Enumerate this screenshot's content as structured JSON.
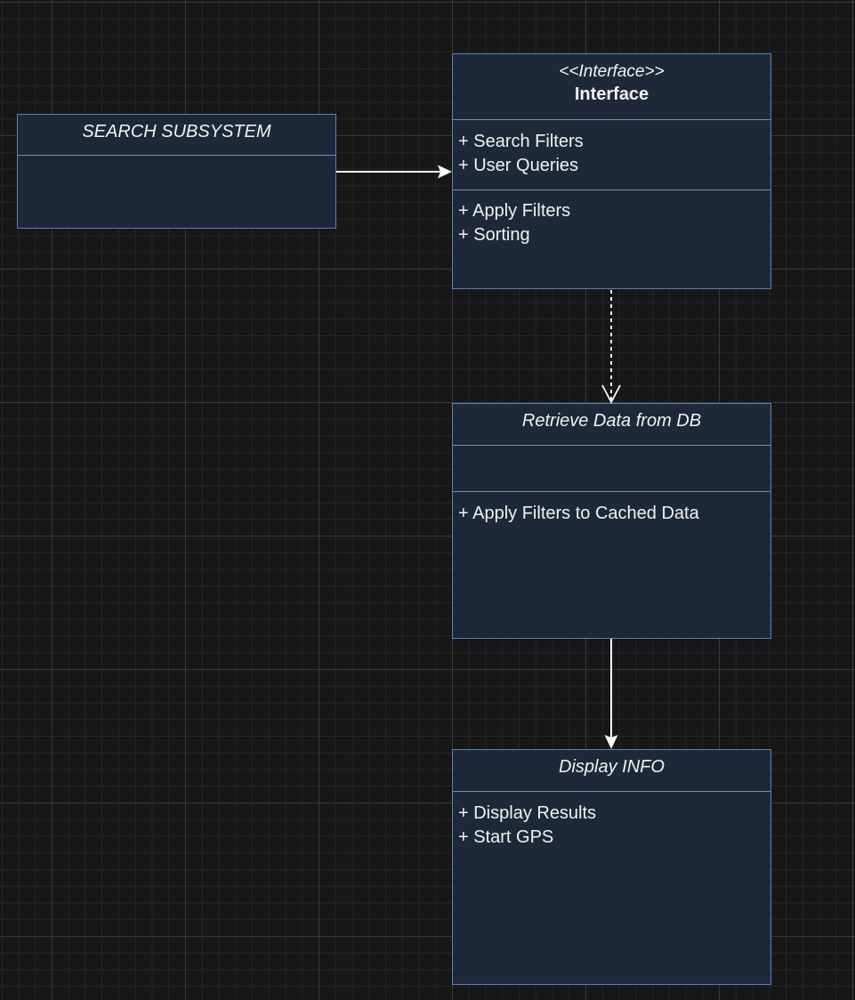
{
  "diagram": {
    "search_subsystem": {
      "title": "SEARCH SUBSYSTEM"
    },
    "interface": {
      "stereotype": "<<Interface>>",
      "title": "Interface",
      "attributes": [
        "+ Search Filters",
        "+ User Queries"
      ],
      "operations": [
        "+ Apply Filters",
        "+ Sorting"
      ]
    },
    "retrieve": {
      "title": "Retrieve Data from DB",
      "operations": [
        "+ Apply Filters to Cached Data"
      ]
    },
    "display": {
      "title": "Display INFO",
      "operations": [
        "+ Display Results",
        "+ Start GPS"
      ]
    },
    "colors": {
      "background": "#171717",
      "box_fill": "#1d2839",
      "box_border": "#5f7eb8",
      "connector": "#ffffff"
    }
  }
}
